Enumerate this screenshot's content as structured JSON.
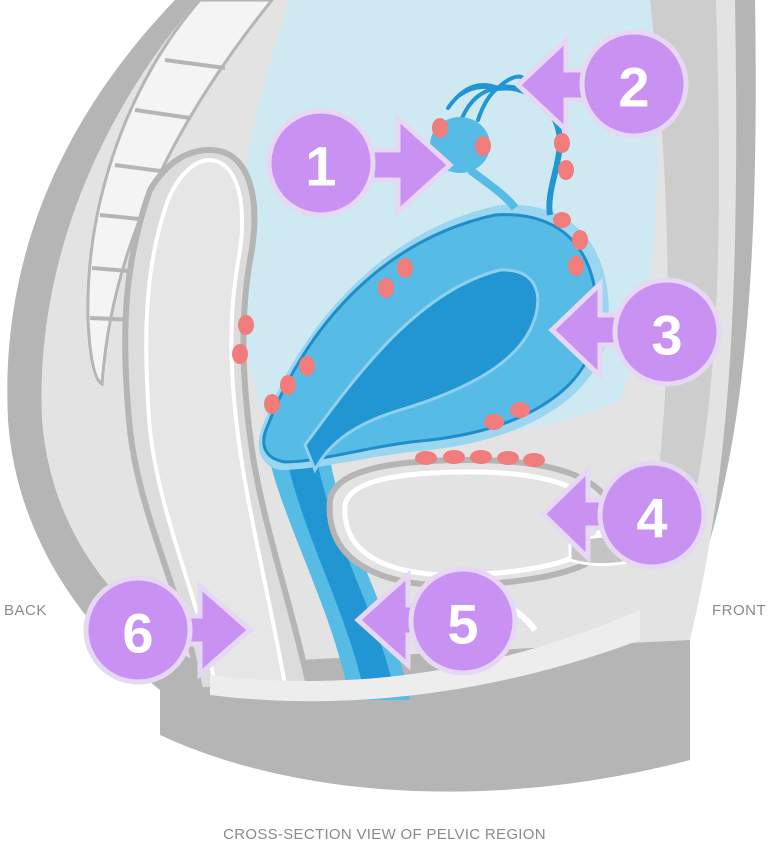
{
  "labels": {
    "back": "BACK",
    "front": "FRONT",
    "caption": "CROSS-SECTION VIEW OF PELVIC REGION"
  },
  "markers": [
    {
      "number": "1",
      "direction": "right"
    },
    {
      "number": "2",
      "direction": "left"
    },
    {
      "number": "3",
      "direction": "left"
    },
    {
      "number": "4",
      "direction": "left"
    },
    {
      "number": "5",
      "direction": "left"
    },
    {
      "number": "6",
      "direction": "right"
    }
  ],
  "colors": {
    "marker": "#c992f2",
    "marker_border": "#e6d7f3",
    "organ_light": "#56bce6",
    "organ_dark": "#2196d3",
    "cavity": "#cfe9f3",
    "endometriosis_spot": "#f07c7c",
    "tissue_gray": "#d9d9d9",
    "tissue_dark": "#a8a8a8"
  }
}
